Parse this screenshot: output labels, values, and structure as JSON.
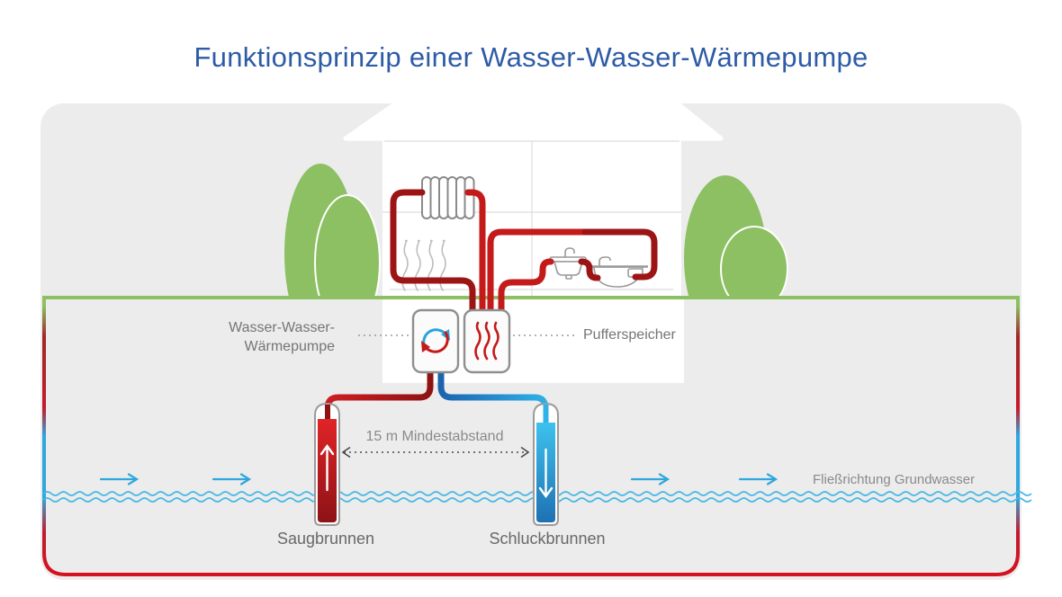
{
  "title": "Funktionsprinzip einer Wasser-Wasser-Wärmepumpe",
  "labels": {
    "heat_pump_line1": "Wasser-Wasser-",
    "heat_pump_line2": "Wärmepumpe",
    "buffer_tank": "Pufferspeicher",
    "min_distance": "15 m Mindestabstand",
    "suction_well": "Saugbrunnen",
    "injection_well": "Schluckbrunnen",
    "groundwater_flow": "Fließrichtung Grundwasser"
  },
  "colors": {
    "title_blue": "#2d5ba6",
    "ground_green": "#8cc063",
    "pipe_red_bright": "#c41a1a",
    "pipe_red_dark": "#9c1414",
    "pipe_blue": "#2aa4dc",
    "water_cyan": "#49b7e6",
    "well_red_top": "#e02427",
    "well_red_bottom": "#8c1216",
    "well_blue_top": "#3ec2ee",
    "well_blue_bottom": "#1e6fb2",
    "label_gray": "#757575",
    "outline_gray": "#8f8f8f",
    "background_gray": "#ececec"
  },
  "icons": [
    "radiator-icon",
    "heat-waves-icon",
    "sink-icon",
    "bathtub-icon",
    "cycle-arrows-icon",
    "buffer-heat-icon",
    "up-arrow-icon",
    "down-arrow-icon",
    "flow-arrow-icon",
    "groundwater-wave-icon"
  ]
}
